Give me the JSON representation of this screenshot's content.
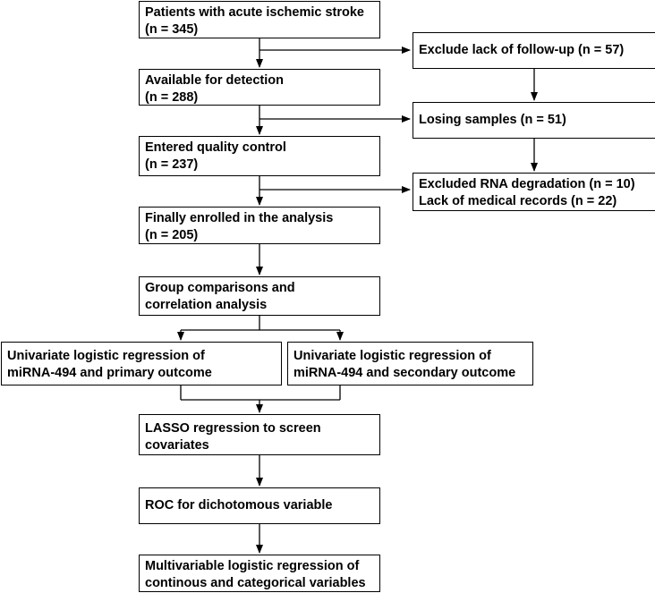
{
  "flow": {
    "patients": {
      "line1": "Patients with acute ischemic stroke",
      "line2": "(n = 345)"
    },
    "exclude_followup": {
      "line1": "Exclude lack of follow-up (n = 57)"
    },
    "available": {
      "line1": "Available for detection",
      "line2": "(n = 288)"
    },
    "losing_samples": {
      "line1": "Losing samples (n = 51)"
    },
    "quality": {
      "line1": "Entered quality control",
      "line2": "(n = 237)"
    },
    "excluded_rna": {
      "line1": "Excluded RNA degradation (n = 10)",
      "line2": "Lack of medical records (n = 22)"
    },
    "enrolled": {
      "line1": "Finally enrolled in the analysis",
      "line2": "(n = 205)"
    },
    "group": {
      "line1": "Group comparisons and",
      "line2": "correlation analysis"
    },
    "uni_primary": {
      "line1": "Univariate logistic regression of",
      "line2": "miRNA-494 and primary outcome"
    },
    "uni_secondary": {
      "line1": "Univariate logistic regression of",
      "line2": "miRNA-494 and secondary outcome"
    },
    "lasso": {
      "line1": "LASSO regression to screen",
      "line2": "covariates"
    },
    "roc": {
      "line1": "ROC for dichotomous variable"
    },
    "multi": {
      "line1": "Multivariable logistic regression of",
      "line2": "continous and categorical variables"
    }
  }
}
